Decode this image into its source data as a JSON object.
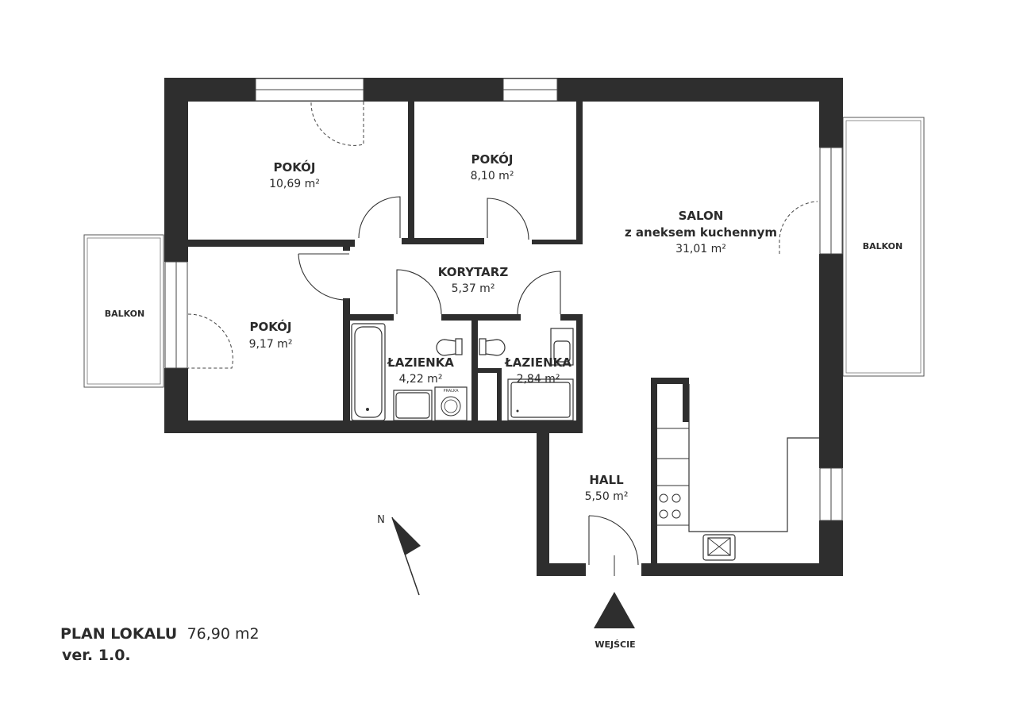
{
  "plan": {
    "title_bold": "PLAN LOKALU",
    "title_area": "76,90 m2",
    "version": "ver. 1.0.",
    "entrance_label": "WEJŚCIE",
    "north_label": "N"
  },
  "rooms": {
    "pokoj1": {
      "name": "POKÓJ",
      "area": "10,69 m²"
    },
    "pokoj2": {
      "name": "POKÓJ",
      "area": "8,10 m²"
    },
    "salon": {
      "name": "SALON",
      "subtitle": "z aneksem kuchennym",
      "area": "31,01 m²"
    },
    "korytarz": {
      "name": "KORYTARZ",
      "area": "5,37 m²"
    },
    "pokoj3": {
      "name": "POKÓJ",
      "area": "9,17 m²"
    },
    "lazienka1": {
      "name": "ŁAZIENKA",
      "area": "4,22 m²"
    },
    "lazienka2": {
      "name": "ŁAZIENKA",
      "area": "2,84 m²"
    },
    "hall": {
      "name": "HALL",
      "area": "5,50 m²"
    }
  },
  "balconies": {
    "left": "BALKON",
    "right": "BALKON"
  },
  "fixtures": {
    "washer_label": "PRALKA"
  }
}
